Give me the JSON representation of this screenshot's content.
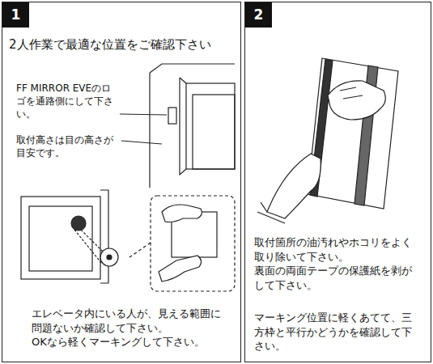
{
  "diagram": {
    "nodes": [
      {
        "text": [
          "2人作業で最適な位置をご確認下さい",
          "エレベータ内にいる人が、見える範囲に問題ないか確認して下さい。",
          "OKなら軽くマーキングして下さい。"
        ]
      },
      {
        "text": [
          "1"
        ],
        "in": 0
      },
      {
        "text": [
          "取付箇所の油汚れやホコリをよく取り除いて下さい。",
          "裏面の両面テープの保護紙を剥がして下さい。",
          "マーキング位置に軽くあてて、三方枠と平行かどうかを確認して下さい。"
        ]
      },
      {
        "text": [
          "2"
        ],
        "in": 2
      }
    ],
    "labels": [
      "FF MIRROR EVEのロゴを通路側にして下さい。",
      "取付高さは目の高さが目安です。"
    ]
  }
}
